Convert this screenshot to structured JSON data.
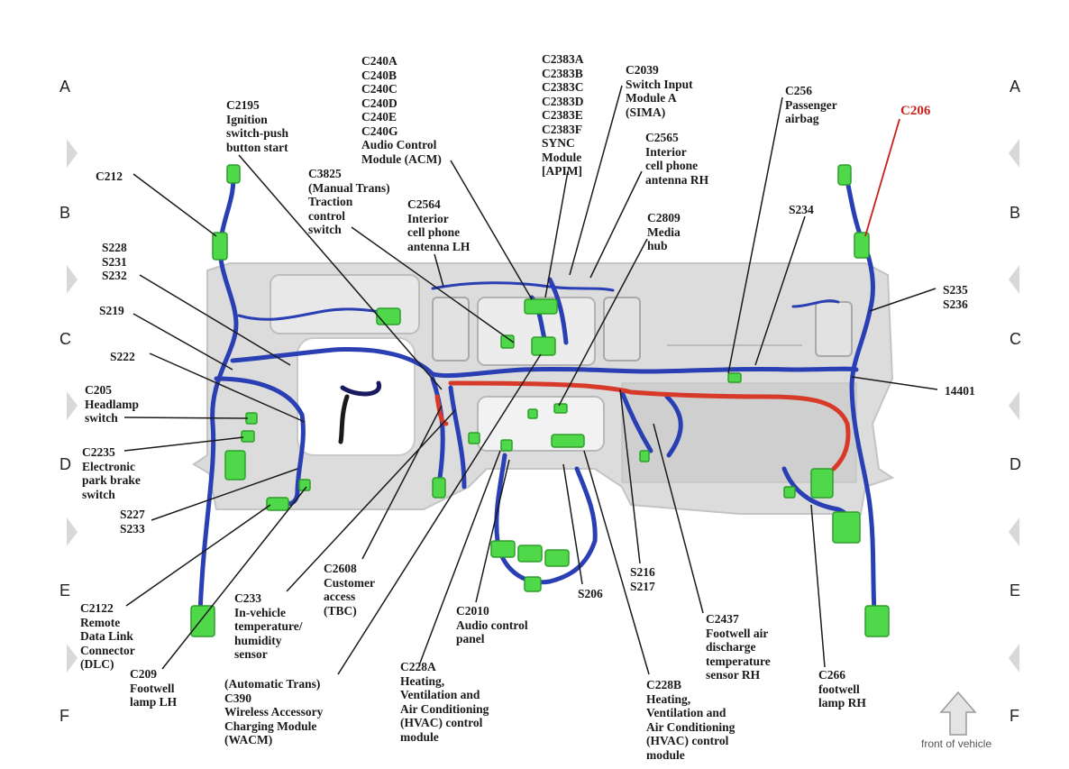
{
  "labels": {
    "c240": "C240A\nC240B\nC240C\nC240D\nC240E\nC240G\nAudio Control\nModule (ACM)",
    "c2383": "C2383A\nC2383B\nC2383C\nC2383D\nC2383E\nC2383F\nSYNC\nModule\n[APIM]",
    "c2039": "C2039\nSwitch Input\nModule A\n(SIMA)",
    "c256": "C256\nPassenger\nairbag",
    "c206": "C206",
    "c2195": "C2195\nIgnition\nswitch-push\nbutton start",
    "c2565": "C2565\nInterior\ncell phone\nantenna RH",
    "c212": "C212",
    "c3825": "C3825\n(Manual Trans)\nTraction\ncontrol\nswitch",
    "c2564": "C2564\nInterior\ncell phone\nantenna LH",
    "c2809": "C2809\nMedia\nhub",
    "s234": "S234",
    "s228": "S228\nS231\nS232",
    "s235": "S235\nS236",
    "s219": "S219",
    "s222": "S222",
    "c205": "C205\nHeadlamp\nswitch",
    "n14401": "14401",
    "c2235": "C2235\nElectronic\npark brake\nswitch",
    "s227": "S227\nS233",
    "c2608": "C2608\nCustomer\naccess\n(TBC)",
    "s216": "S216\nS217",
    "s206": "S206",
    "c2122": "C2122\nRemote\nData Link\nConnector\n(DLC)",
    "c233": "C233\nIn-vehicle\ntemperature/\nhumidity\nsensor",
    "c2010": "C2010\nAudio control\npanel",
    "c2437": "C2437\nFootwell air\ndischarge\ntemperature\nsensor RH",
    "c209": "C209\nFootwell\nlamp LH",
    "c390": "(Automatic Trans)\nC390\nWireless Accessory\nCharging Module\n(WACM)",
    "c228a": "C228A\nHeating,\nVentilation and\nAir Conditioning\n(HVAC) control\nmodule",
    "c228b": "C228B\nHeating,\nVentilation and\nAir Conditioning\n(HVAC) control\nmodule",
    "c266": "C266\nfootwell\nlamp RH"
  },
  "grid_rows_left": [
    "A",
    "B",
    "C",
    "D",
    "E",
    "F"
  ],
  "grid_rows_right": [
    "A",
    "B",
    "C",
    "D",
    "E",
    "F"
  ],
  "front_of_vehicle": "front of vehicle",
  "colors": {
    "harness_blue": "#2a3fb3",
    "power_red": "#d83a2a",
    "connector_green": "#4fd84a",
    "dash_gray": "#d9d9d9",
    "label_red": "#c8201a"
  },
  "icons": {
    "front_arrow": "up-arrow-icon"
  }
}
